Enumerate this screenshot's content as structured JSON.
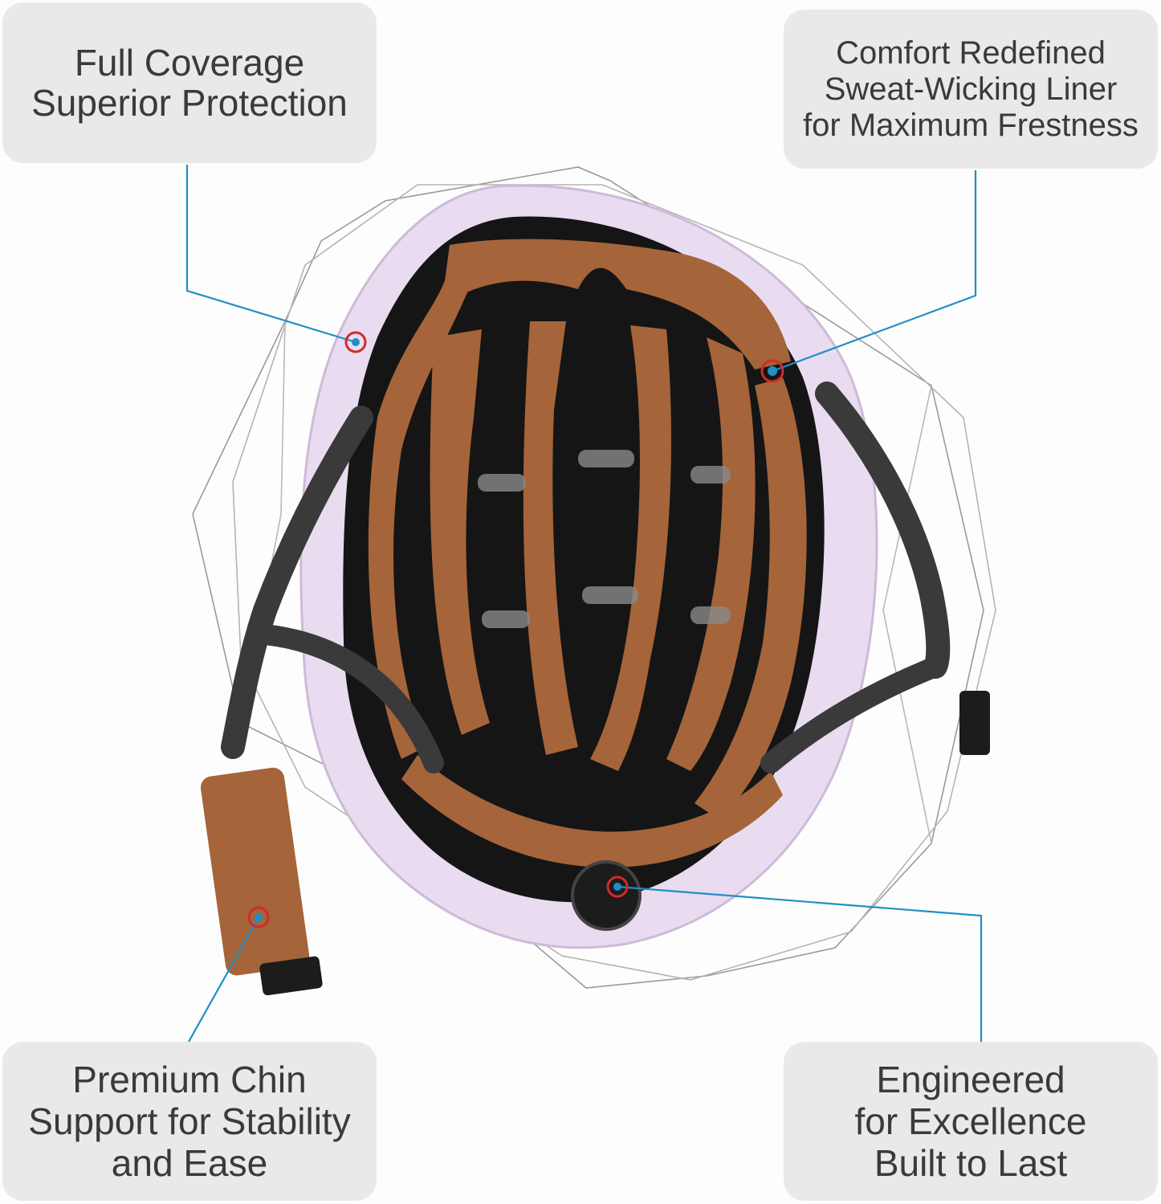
{
  "callouts": {
    "top_left": {
      "lines": [
        "Full Coverage",
        "Superior Protection"
      ]
    },
    "top_right": {
      "lines": [
        "Comfort Redefined",
        "Sweat-Wicking Liner",
        "for Maximum Frestness"
      ]
    },
    "bottom_left": {
      "lines": [
        "Premium Chin",
        "Support for Stability",
        "and Ease"
      ]
    },
    "bottom_right": {
      "lines": [
        "Engineered",
        "for Excellence",
        "Built to Last"
      ]
    }
  },
  "colors": {
    "callout_box": "#e9e9e9",
    "callout_text": "#3a3a3a",
    "leader_line": "#1f8fc4",
    "marker_ring": "#d42a2a",
    "helmet_shell": "#e9dcf1",
    "padding": "#a5643a",
    "straps": "#3a3a3a"
  }
}
